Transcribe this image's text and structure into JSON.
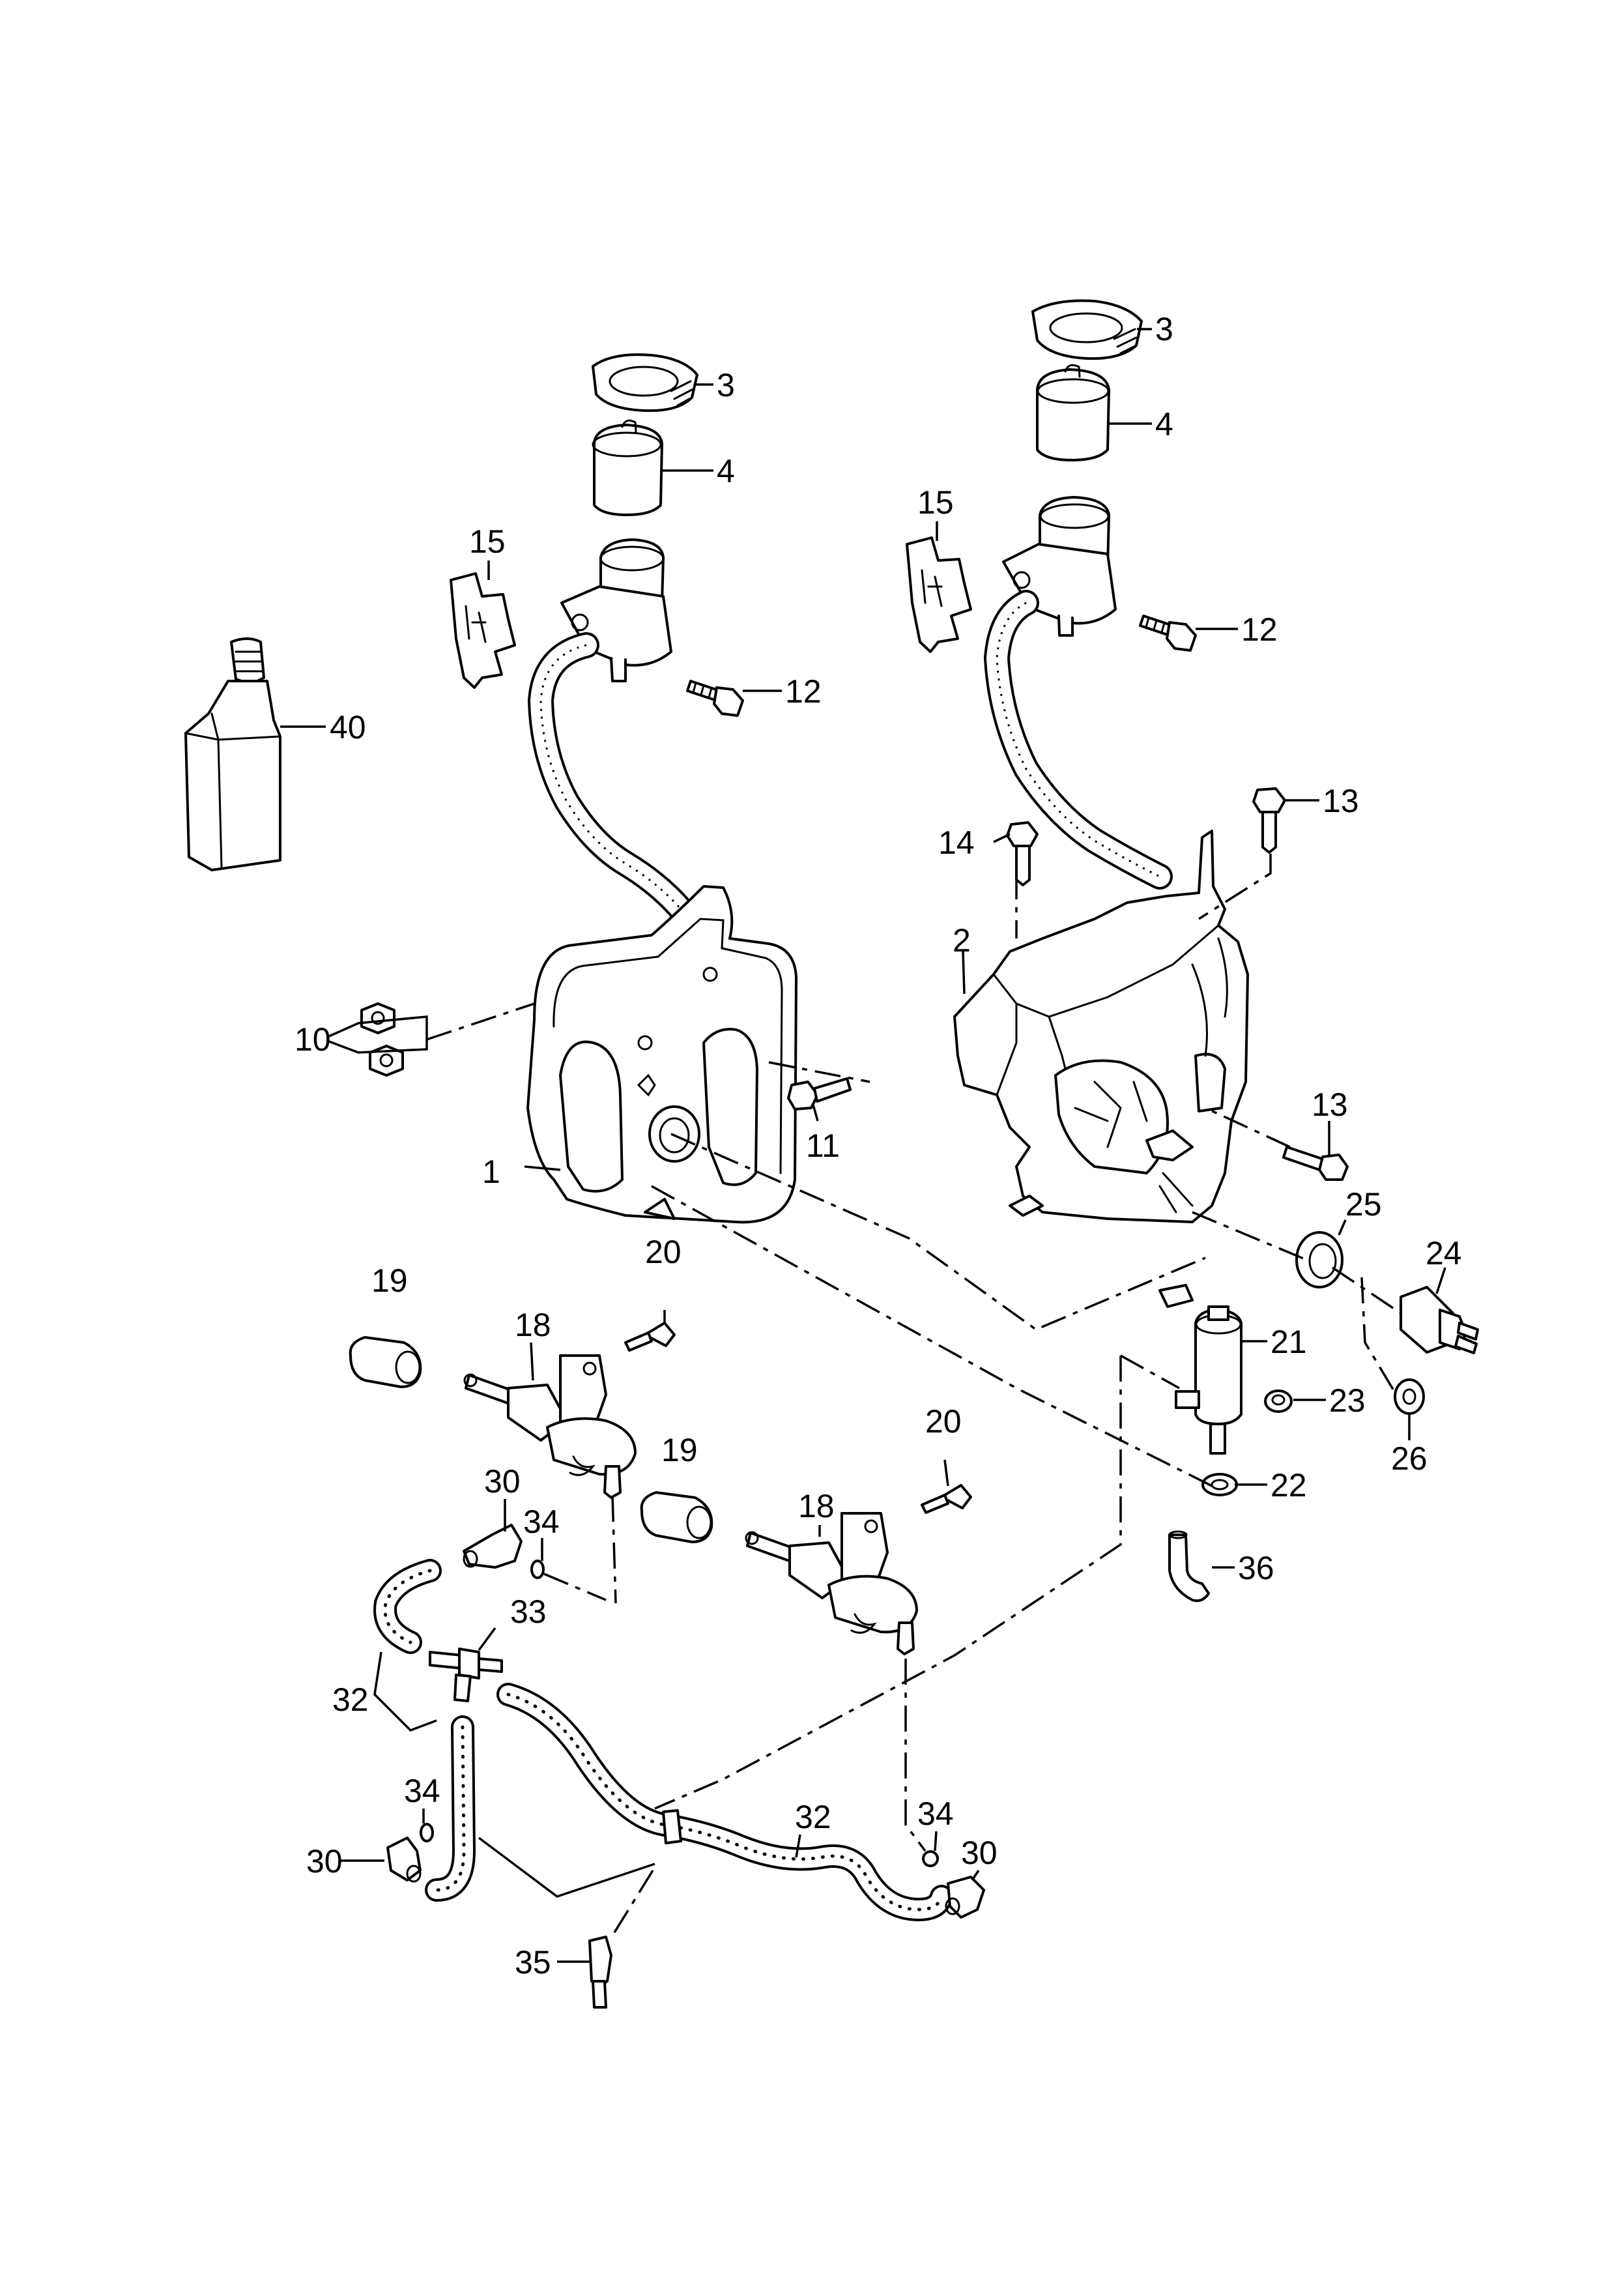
{
  "callouts": {
    "l1": "1",
    "l2": "2",
    "l3a": "3",
    "l3b": "3",
    "l4a": "4",
    "l4b": "4",
    "l10": "10",
    "l11": "11",
    "l12a": "12",
    "l12b": "12",
    "l13a": "13",
    "l13b": "13",
    "l14": "14",
    "l15a": "15",
    "l15b": "15",
    "l18a": "18",
    "l18b": "18",
    "l19a": "19",
    "l19b": "19",
    "l20a": "20",
    "l20b": "20",
    "l21": "21",
    "l22": "22",
    "l23": "23",
    "l24": "24",
    "l25": "25",
    "l26": "26",
    "l30a": "30",
    "l30b": "30",
    "l30c": "30",
    "l32a": "32",
    "l32b": "32",
    "l33": "33",
    "l34a": "34",
    "l34b": "34",
    "l34c": "34",
    "l35": "35",
    "l36": "36",
    "l40": "40"
  }
}
